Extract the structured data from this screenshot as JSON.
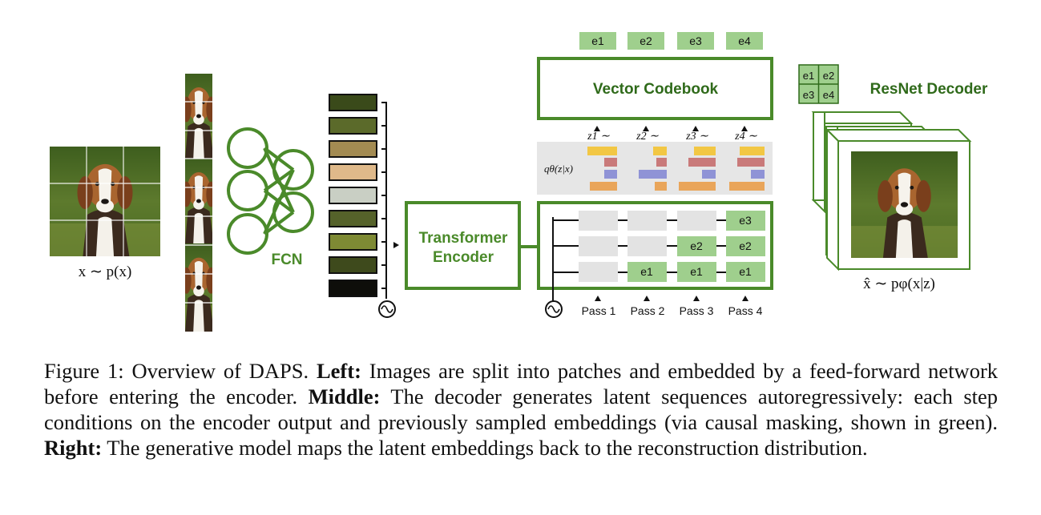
{
  "figure": {
    "input_label": "x ∼ p(x)",
    "fcn_label": "FCN",
    "encoder_label_line1": "Transformer",
    "encoder_label_line2": "Encoder",
    "codebook_label": "Vector Codebook",
    "decoder_label": "ResNet Decoder",
    "output_label": "x̂ ∼ pφ(x|z)",
    "q_label": "qθ(z|x)",
    "codebook_entries": [
      "e1",
      "e2",
      "e3",
      "e4"
    ],
    "z_labels": [
      "z1 ∼",
      "z2 ∼",
      "z3 ∼",
      "z4 ∼"
    ],
    "passes": [
      "Pass 1",
      "Pass 2",
      "Pass 3",
      "Pass 4"
    ],
    "grid_entries": [
      "e1",
      "e2",
      "e3",
      "e4"
    ],
    "colors": {
      "green": "#4a8a2a",
      "light_green": "#9fcf8d",
      "gray_cell": "#e3e3e3",
      "bar_yellow": "#f2c744",
      "bar_red": "#c97a7a",
      "bar_blue": "#8f93d6",
      "bar_orange": "#e9a55a"
    },
    "dog_image": "photo-of-beagle-dog"
  },
  "caption": {
    "fig_label": "Figure 1: Overview of DAPS.",
    "left_head": "Left:",
    "left_text": "Images are split into patches and embedded by a feed-forward network before entering the encoder.",
    "middle_head": "Middle:",
    "middle_text": "The decoder generates latent sequences autoregressively: each step conditions on the encoder output and previously sampled embeddings (via causal masking, shown in green).",
    "right_head": "Right:",
    "right_text": "The generative model maps the latent embeddings back to the reconstruction distribution."
  }
}
